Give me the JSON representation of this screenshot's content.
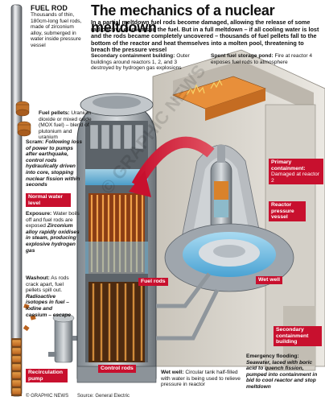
{
  "title": "The mechanics of a nuclear meltdown",
  "intro": "In a partial meltdown fuel rods become damaged, allowing the release of some radioactive elements in the fuel. But in a full meltdown – if all cooling water is lost and the rods became completely uncovered – thousands of fuel pellets fall to the bottom of the reactor and heat themselves into a molten pool, threatening to breach the pressure vessel",
  "fuel_rod": {
    "title": "FUEL ROD",
    "text": "Thousands of thin, 180cm-long fuel rods, made of zirconium alloy, submerged in water inside pressure vessel"
  },
  "fuel_pellets": {
    "label": "Fuel pellets:",
    "text": "Uranium dioxide or mixed oxide (MOX fuel) – blend of plutonium and uranium"
  },
  "scram": {
    "label": "Scram:",
    "text": "Following loss of power to pumps after earthquake, control rods hydraulically driven into core, stopping nuclear fission within seconds"
  },
  "normal_water_level": "Normal water level",
  "exposure": {
    "label": "Exposure:",
    "text": "Water boils off and fuel rods are exposed",
    "italic": "Zirconium alloy rapidly oxidises in steam, producing explosive hydrogen gas"
  },
  "washout": {
    "label": "Washout:",
    "text": "As rods crack apart, fuel pellets spill out.",
    "italic": "Radioactive isotopes in fuel – iodine and caesium – escape"
  },
  "recirculation_pump": "Recirculation pump",
  "fuel_rods_tag": "Fuel rods",
  "control_rods_tag": "Control rods",
  "secondary_containment_top": {
    "label": "Secondary containment building:",
    "text": "Outer buildings around reactors 1, 2, and 3 destroyed by hydrogen gas explosions"
  },
  "spent_fuel": {
    "label": "Spent fuel storage pond:",
    "text": "Fire at reactor 4 exposes fuel rods to atmosphere"
  },
  "primary_containment": {
    "label": "Primary containment:",
    "text": "Damaged at reactor 2"
  },
  "reactor_pressure_vessel": "Reactor pressure vessel",
  "wet_well_tag": "Wet well",
  "secondary_containment_building": "Secondary containment building",
  "emergency_flooding": {
    "label": "Emergency flooding:",
    "italic": "Seawater, laced with boric acid to quench fission, pumped into containment in bid to cool reactor and stop meltdown"
  },
  "wet_well_caption": {
    "label": "Wet well:",
    "text": "Circular tank half-filled with water is being used to relieve pressure in reactor"
  },
  "footer": {
    "credit": "© GRAPHIC NEWS",
    "source": "Source: General Electric"
  },
  "watermark": "© GRAPHIC NEWS",
  "colors": {
    "accent_red": "#c8102e",
    "water_blue": "#7fc4e6",
    "fuel_orange": "#d9822b",
    "concrete": "#d8d4cc"
  }
}
